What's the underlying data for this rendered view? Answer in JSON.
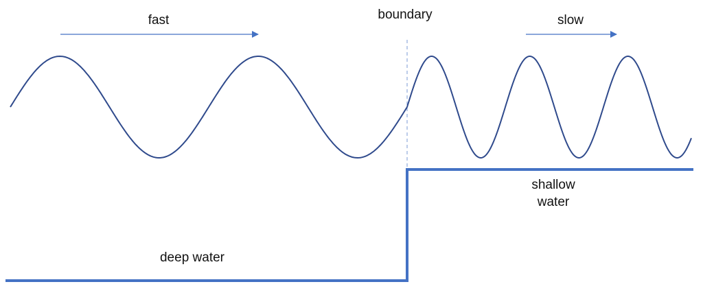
{
  "labels": {
    "fast": "fast",
    "boundary": "boundary",
    "slow": "slow",
    "shallow_line1": "shallow",
    "shallow_line2": "water",
    "deep": "deep water"
  },
  "colors": {
    "wave": "#2f4a8c",
    "floor": "#4472c4",
    "arrow": "#4472c4",
    "boundary_line": "#7a9ad4"
  }
}
